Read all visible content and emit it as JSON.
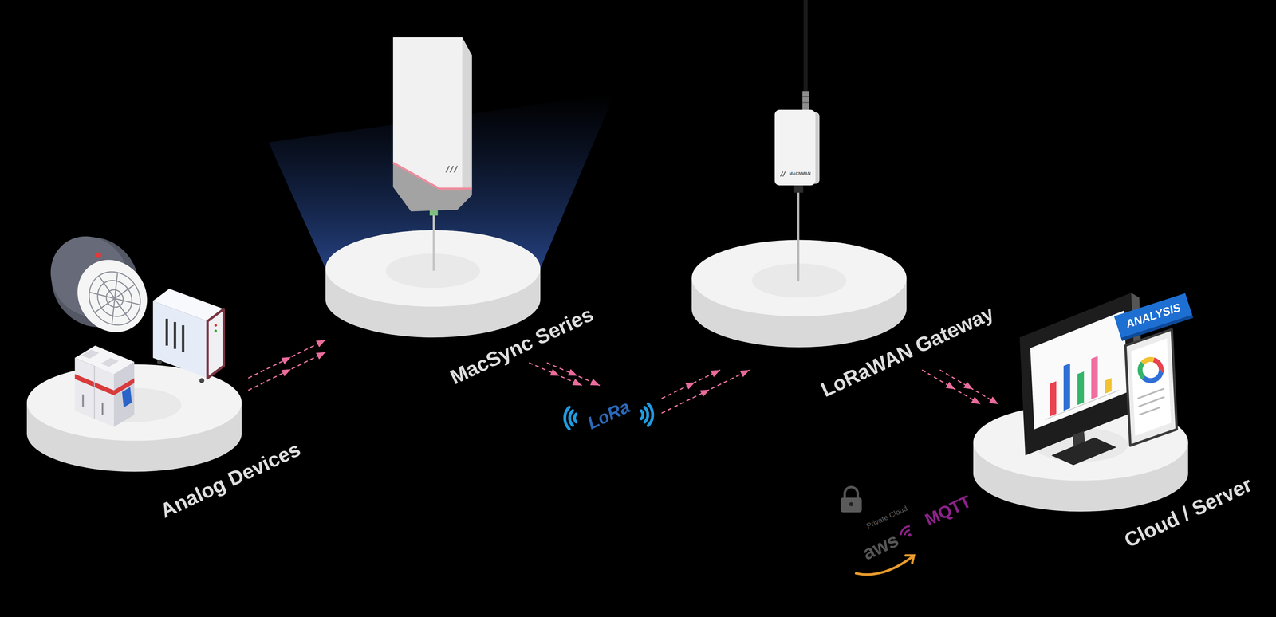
{
  "diagram": {
    "nodes": [
      {
        "text": [
          "Analog Devices"
        ]
      },
      {
        "text": [
          "MacSync Series"
        ]
      },
      {
        "text": [
          "LoRa"
        ]
      },
      {
        "text": [
          "LoRaWAN Gateway"
        ]
      },
      {
        "text": [
          "Cloud / Server"
        ]
      }
    ],
    "edges": [
      {
        "from": 0,
        "to": 1,
        "arrow": "to"
      },
      {
        "from": 0,
        "to": 1,
        "arrow": "to"
      },
      {
        "from": 1,
        "to": 2,
        "arrow": "to"
      },
      {
        "from": 1,
        "to": 2,
        "arrow": "to"
      },
      {
        "from": 2,
        "to": 3,
        "arrow": "to"
      },
      {
        "from": 2,
        "to": 3,
        "arrow": "to"
      },
      {
        "from": 3,
        "to": 4,
        "arrow": "to"
      },
      {
        "from": 3,
        "to": 4,
        "arrow": "to"
      }
    ],
    "labels": [
      "ANALYSIS",
      "Private Cloud",
      "MQTT",
      "aws",
      "MACNMAN"
    ]
  }
}
